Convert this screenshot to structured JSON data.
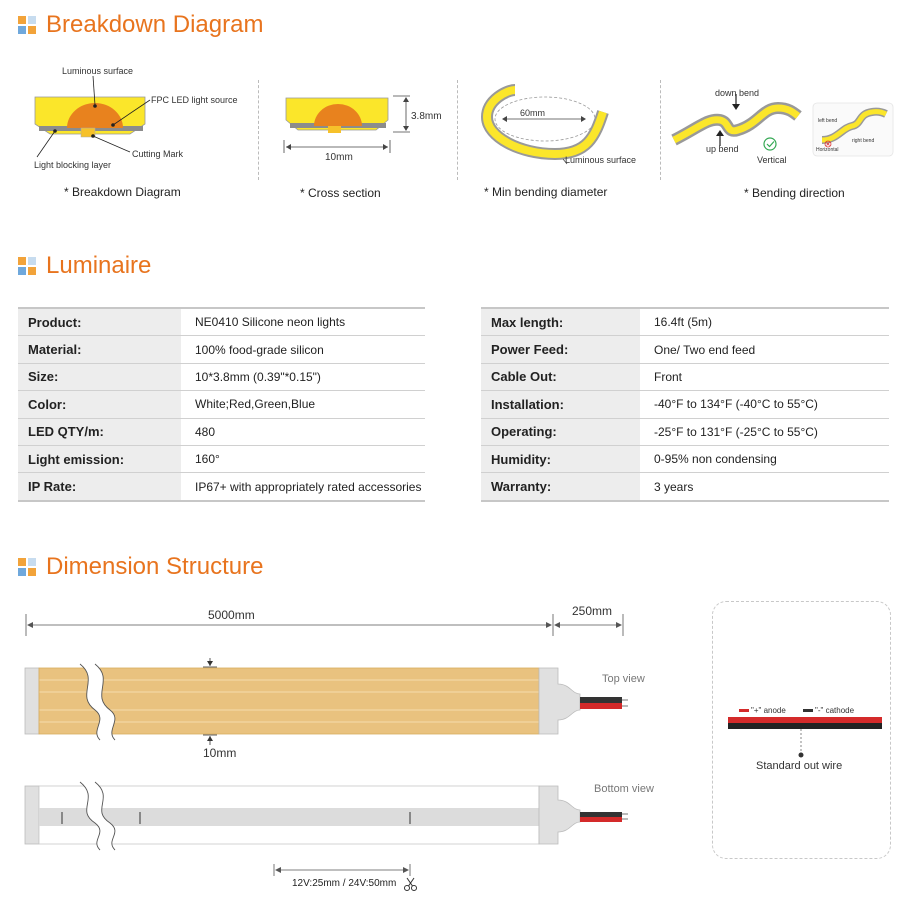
{
  "sections": {
    "breakdown": "Breakdown Diagram",
    "luminaire": "Luminaire",
    "dimension": "Dimension Structure"
  },
  "colors": {
    "accent": "#e8741e",
    "icon_blue": "#6fa8dc",
    "icon_orange": "#f2a33a",
    "icon_light": "#c7dcef",
    "strip_fill": "#e9c27f"
  },
  "breakdown": {
    "diagram1": {
      "luminous_surface": "Luminous surface",
      "fpc": "FPC LED light source",
      "cutting_mark": "Cutting Mark",
      "light_blocking": "Light blocking layer",
      "caption": "* Breakdown Diagram"
    },
    "diagram2": {
      "height": "3.8mm",
      "width": "10mm",
      "caption": "* Cross section"
    },
    "diagram3": {
      "diameter": "60mm",
      "luminous_surface": "Luminous surface",
      "caption": "* Min bending diameter"
    },
    "diagram4": {
      "down_bend": "down bend",
      "up_bend": "up bend",
      "vertical": "Vertical",
      "left_bend": "left bend",
      "right_bend": "right bend",
      "horizontal": "Horizontal",
      "caption": "* Bending direction"
    }
  },
  "luminaire": {
    "left": [
      {
        "k": "Product:",
        "v": "NE0410 Silicone neon lights"
      },
      {
        "k": "Material:",
        "v": "100% food-grade silicon"
      },
      {
        "k": "Size:",
        "v": "10*3.8mm (0.39\"*0.15\")"
      },
      {
        "k": "Color:",
        "v": "White;Red,Green,Blue"
      },
      {
        "k": "LED QTY/m:",
        "v": "480"
      },
      {
        "k": "Light emission:",
        "v": "160°"
      },
      {
        "k": "IP Rate:",
        "v": "IP67+ with appropriately rated accessories"
      }
    ],
    "right": [
      {
        "k": "Max length:",
        "v": "16.4ft (5m)"
      },
      {
        "k": "Power Feed:",
        "v": "One/ Two end feed"
      },
      {
        "k": "Cable Out:",
        "v": "Front"
      },
      {
        "k": "Installation:",
        "v": "-40°F to 134°F (-40°C to 55°C)"
      },
      {
        "k": "Operating:",
        "v": "-25°F to 131°F (-25°C to 55°C)"
      },
      {
        "k": "Humidity:",
        "v": "0-95% non condensing"
      },
      {
        "k": "Warranty:",
        "v": "3 years"
      }
    ]
  },
  "dimension": {
    "length": "5000mm",
    "cable_length": "250mm",
    "width": "10mm",
    "top_view": "Top view",
    "bottom_view": "Bottom view",
    "cut_unit": "12V:25mm / 24V:50mm",
    "anode": "\"+\" anode",
    "cathode": "\"-\" cathode",
    "wire_caption": "Standard out wire"
  }
}
